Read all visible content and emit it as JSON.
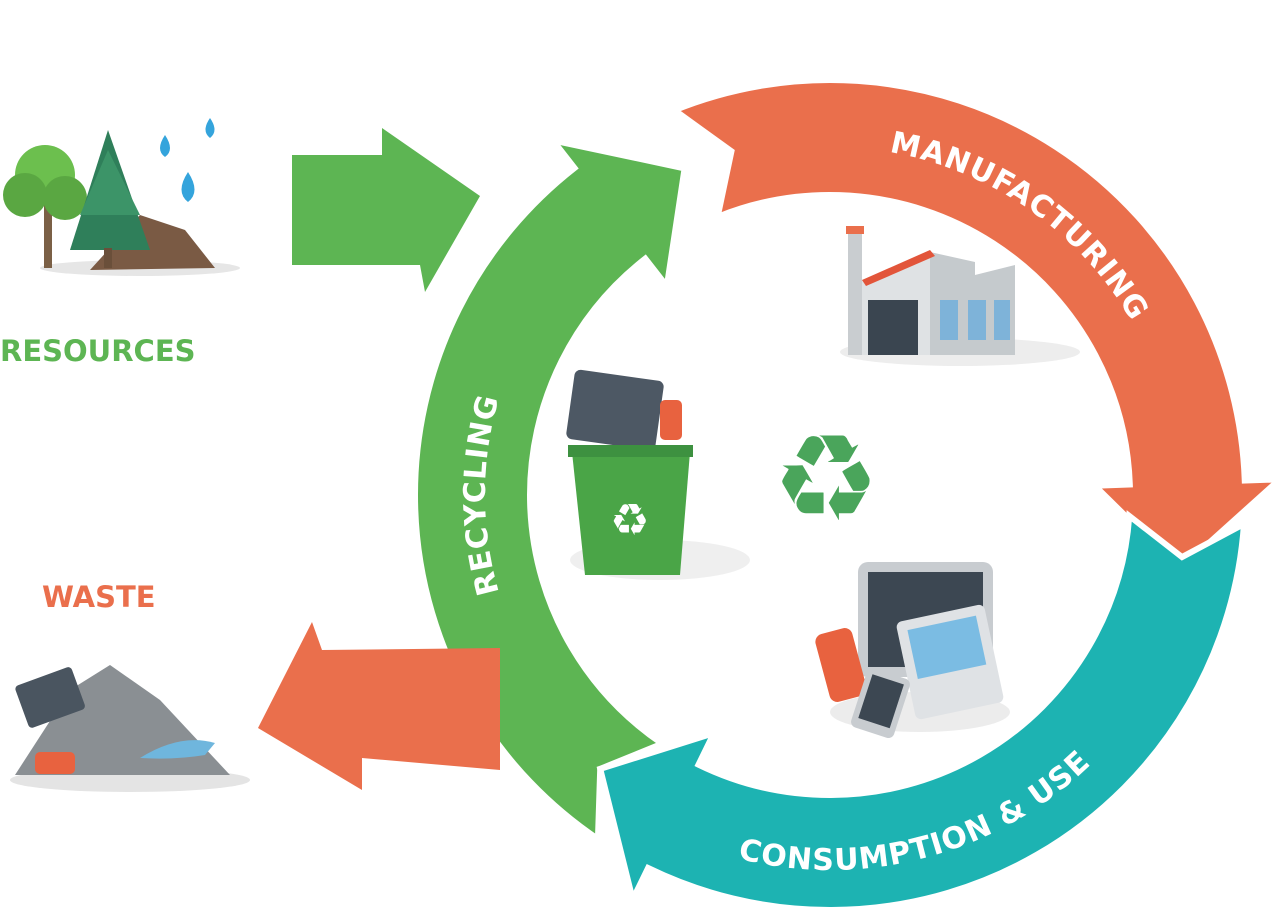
{
  "stages": {
    "manufacturing": "MANUFACTURING",
    "consumption": "CONSUMPTION & USE",
    "recycling": "RECYCLING"
  },
  "side_labels": {
    "resources": "RESOURCES",
    "waste": "WASTE"
  },
  "colors": {
    "green": "#5db553",
    "orange": "#ea6f4c",
    "teal": "#1db3b2",
    "dark_green": "#2e8b57"
  }
}
